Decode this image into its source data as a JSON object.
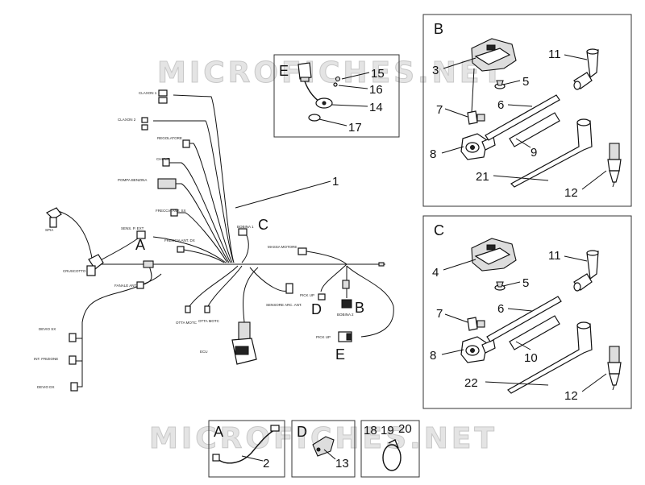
{
  "watermark": "MICROFICHES.NET",
  "main_ref": "1",
  "boxes": {
    "B": {
      "letter": "B",
      "parts": [
        "3",
        "5",
        "7",
        "6",
        "8",
        "9",
        "11",
        "21",
        "12"
      ]
    },
    "C": {
      "letter": "C",
      "parts": [
        "4",
        "5",
        "7",
        "6",
        "8",
        "10",
        "11",
        "22",
        "12"
      ]
    },
    "E": {
      "letter": "E",
      "parts": [
        "15",
        "16",
        "14",
        "17"
      ]
    },
    "A": {
      "letter": "A",
      "parts": [
        "2"
      ]
    },
    "D": {
      "letter": "D",
      "parts": [
        "13"
      ]
    },
    "F": {
      "parts": [
        "18",
        "19",
        "20"
      ]
    }
  },
  "harness_callouts": [
    "A",
    "C",
    "D",
    "B",
    "E"
  ],
  "connector_labels": [
    "CLAXON 1",
    "CLAXON 2",
    "REGOLATORE",
    "CHIAVE",
    "POMPA BENZINA",
    "FRECCIA ANT. SX",
    "SENS. P. EXT",
    "SPIA",
    "FRECCIA ANT. DX",
    "BOBINA 1",
    "MASSA MOTORE",
    "DEVIO SX",
    "INT. FRIZIONE",
    "DEVIO DX",
    "FANALE ANT.",
    "CRUSCOTTO",
    "OTTA MOTC",
    "OTTA MOTC",
    "ECU",
    "SENSORE ARC. ANT.",
    "PICK UP",
    "BOBINA 2",
    "PICK UP"
  ]
}
